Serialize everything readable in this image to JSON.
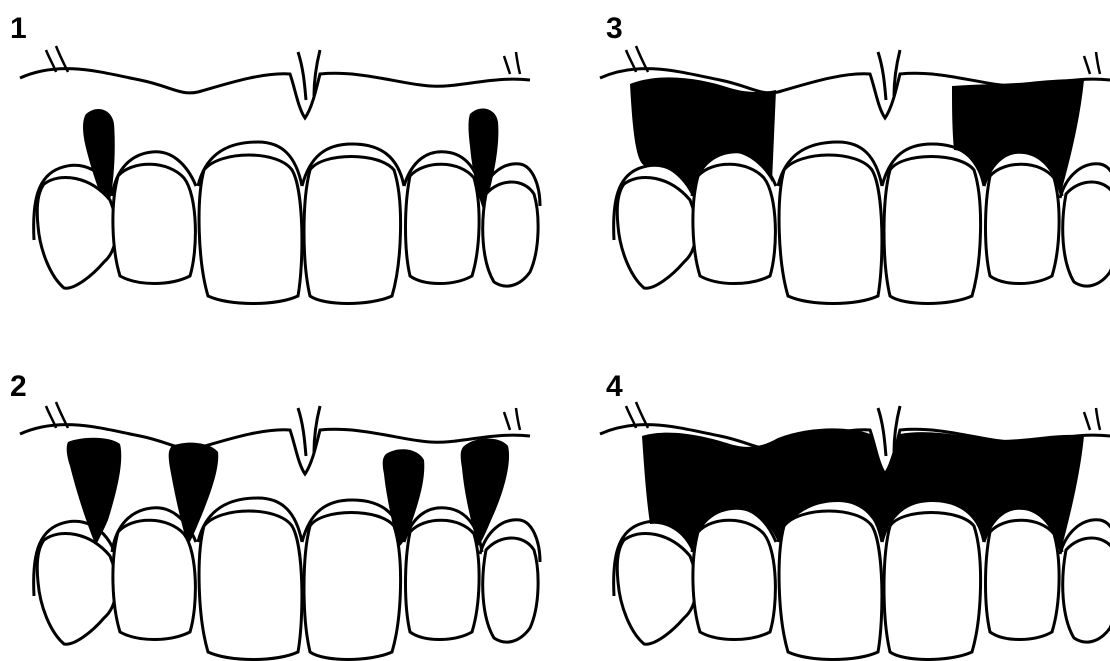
{
  "panels": [
    {
      "label": "1",
      "fill": "papilla-tips-lateral"
    },
    {
      "label": "2",
      "fill": "papilla-tips-four"
    },
    {
      "label": "3",
      "fill": "gingiva-lateral-blocks"
    },
    {
      "label": "4",
      "fill": "gingiva-full-band"
    }
  ],
  "colors": {
    "ink": "#000000",
    "background": "#ffffff"
  }
}
